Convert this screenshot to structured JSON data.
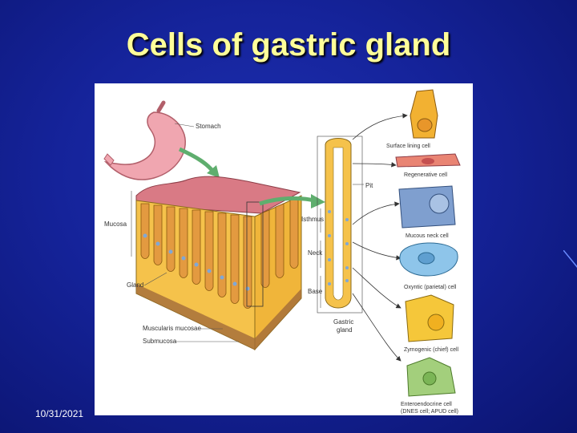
{
  "slide": {
    "title": "Cells of gastric gland",
    "date": "10/31/2021"
  },
  "diagram": {
    "labels": {
      "stomach": "Stomach",
      "mucosa": "Mucosa",
      "gland": "Gland",
      "muscularis": "Muscularis mucosae",
      "submucosa": "Submucosa",
      "pit": "Pit",
      "isthmus": "Isthmus",
      "neck": "Neck",
      "base": "Base",
      "gastric_gland_1": "Gastric",
      "gastric_gland_2": "gland"
    },
    "cells": [
      {
        "label": "Surface lining cell",
        "color": "#f2b132"
      },
      {
        "label": "Regenerative cell",
        "color": "#e98473"
      },
      {
        "label": "Mucous neck cell",
        "color": "#7f9fcf"
      },
      {
        "label": "Oxyntic (parietal) cell",
        "color": "#8ec5ea"
      },
      {
        "label": "Zymogenic (chief) cell",
        "color": "#f5c73a"
      },
      {
        "label": "Enteroendocrine cell",
        "label2": "(DNES cell; APUD cell)",
        "color": "#a3cf7c"
      }
    ]
  }
}
